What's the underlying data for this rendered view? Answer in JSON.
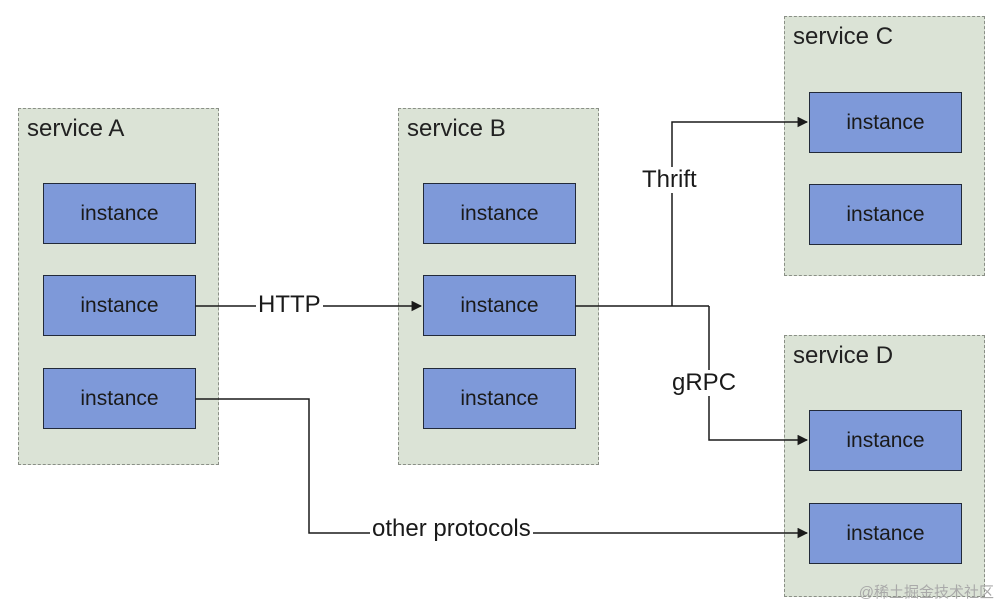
{
  "colors": {
    "service_fill": "#dbe3d6",
    "instance_fill": "#7e99d9",
    "edge": "#1a1a1a"
  },
  "services": {
    "a": {
      "title": "service A",
      "instances": [
        "instance",
        "instance",
        "instance"
      ]
    },
    "b": {
      "title": "service B",
      "instances": [
        "instance",
        "instance",
        "instance"
      ]
    },
    "c": {
      "title": "service C",
      "instances": [
        "instance",
        "instance"
      ]
    },
    "d": {
      "title": "service D",
      "instances": [
        "instance",
        "instance"
      ]
    }
  },
  "edges": {
    "http": "HTTP",
    "thrift": "Thrift",
    "grpc": "gRPC",
    "other": "other protocols"
  },
  "watermark": "@稀土掘金技术社区"
}
